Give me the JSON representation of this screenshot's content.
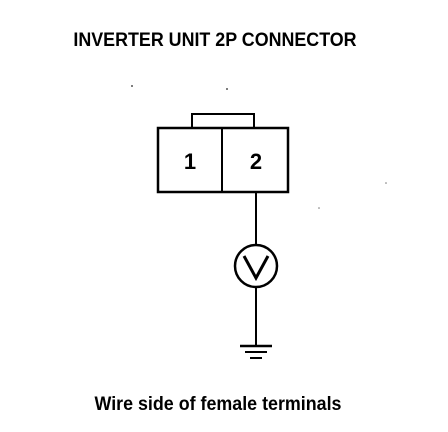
{
  "diagram": {
    "title": "INVERTER UNIT 2P CONNECTOR",
    "connector": {
      "pins": [
        {
          "label": "1"
        },
        {
          "label": "2"
        }
      ]
    },
    "meter": {
      "symbol": "V"
    },
    "ground": {
      "icon": "ground-symbol-icon"
    },
    "caption": "Wire side of female terminals"
  }
}
